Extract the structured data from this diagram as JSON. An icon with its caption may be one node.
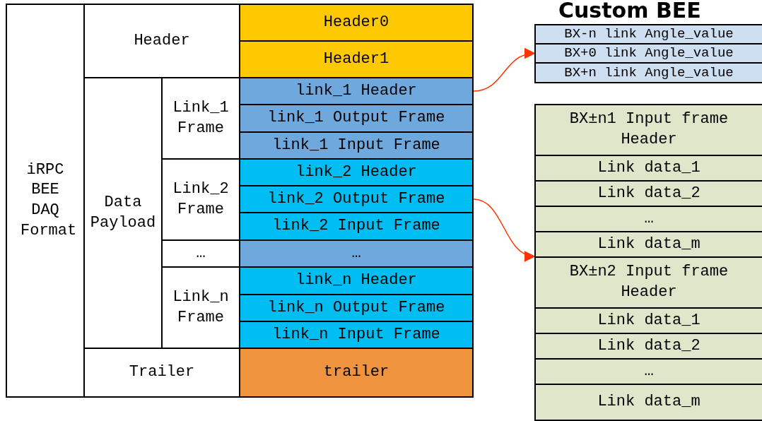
{
  "diagram": {
    "title": "Custom BEE",
    "nodes": [
      {
        "text": [
          "iRPC BEE DAQ Format"
        ]
      },
      {
        "text": [
          "Header"
        ]
      },
      {
        "text": [
          "Header0"
        ]
      },
      {
        "text": [
          "Header1"
        ]
      },
      {
        "text": [
          "Data Payload"
        ]
      },
      {
        "text": [
          "Link_1 Frame"
        ]
      },
      {
        "text": [
          "link_1 Header"
        ]
      },
      {
        "text": [
          "link_1 Output Frame"
        ]
      },
      {
        "text": [
          "link_1 Input Frame"
        ]
      },
      {
        "text": [
          "Link_2 Frame"
        ]
      },
      {
        "text": [
          "link_2 Header"
        ]
      },
      {
        "text": [
          "link_2 Output Frame"
        ]
      },
      {
        "text": [
          "link_2 Input Frame"
        ]
      },
      {
        "text": [
          "…"
        ]
      },
      {
        "text": [
          "…"
        ]
      },
      {
        "text": [
          "Link_n Frame"
        ]
      },
      {
        "text": [
          "link_n Header"
        ]
      },
      {
        "text": [
          "link_n Output Frame"
        ]
      },
      {
        "text": [
          "link_n Input Frame"
        ]
      },
      {
        "text": [
          "Trailer"
        ]
      },
      {
        "text": [
          "trailer"
        ]
      },
      {
        "text": [
          "BX-n link Angle_value"
        ]
      },
      {
        "text": [
          "BX+0 link Angle_value"
        ]
      },
      {
        "text": [
          "BX+n link Angle_value"
        ]
      },
      {
        "text": [
          "BX±n1 Input frame Header"
        ]
      },
      {
        "text": [
          "Link data_1"
        ]
      },
      {
        "text": [
          "Link data_2"
        ]
      },
      {
        "text": [
          "…"
        ]
      },
      {
        "text": [
          "Link data_m"
        ]
      },
      {
        "text": [
          "BX±n2 Input frame Header"
        ]
      },
      {
        "text": [
          "Link data_1"
        ]
      },
      {
        "text": [
          "Link data_2"
        ]
      },
      {
        "text": [
          "…"
        ]
      },
      {
        "text": [
          "Link data_m"
        ]
      }
    ],
    "edges": [
      {
        "from": 6,
        "to": 22,
        "arrow": "to"
      },
      {
        "from": 11,
        "to": 29,
        "arrow": "to"
      }
    ]
  }
}
